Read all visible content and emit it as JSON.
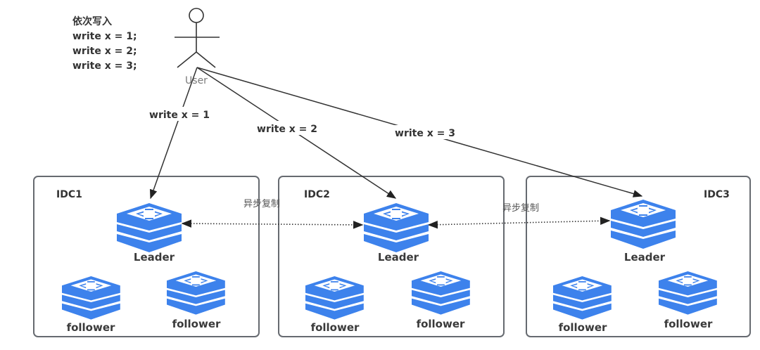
{
  "note": {
    "title": "依次写入",
    "lines": [
      "write x = 1;",
      "write x = 2;",
      "write x = 3;"
    ]
  },
  "user": {
    "label": "User"
  },
  "writes": [
    {
      "label": "write x = 1",
      "target": "IDC1"
    },
    {
      "label": "write x = 2",
      "target": "IDC2"
    },
    {
      "label": "write x = 3",
      "target": "IDC3"
    }
  ],
  "replication": [
    {
      "label": "异步复制",
      "from": "IDC2",
      "to": "IDC1",
      "bidirectional": true
    },
    {
      "label": "异步复制",
      "from": "IDC2",
      "to": "IDC3",
      "bidirectional": true
    }
  ],
  "idcs": [
    {
      "name": "IDC1",
      "leader": "Leader",
      "followers": [
        "follower",
        "follower"
      ]
    },
    {
      "name": "IDC2",
      "leader": "Leader",
      "followers": [
        "follower",
        "follower"
      ]
    },
    {
      "name": "IDC3",
      "leader": "Leader",
      "followers": [
        "follower",
        "follower"
      ]
    }
  ],
  "colors": {
    "node_icon": "#3d82ec",
    "box_stroke": "#666a70",
    "edge": "#333333"
  }
}
